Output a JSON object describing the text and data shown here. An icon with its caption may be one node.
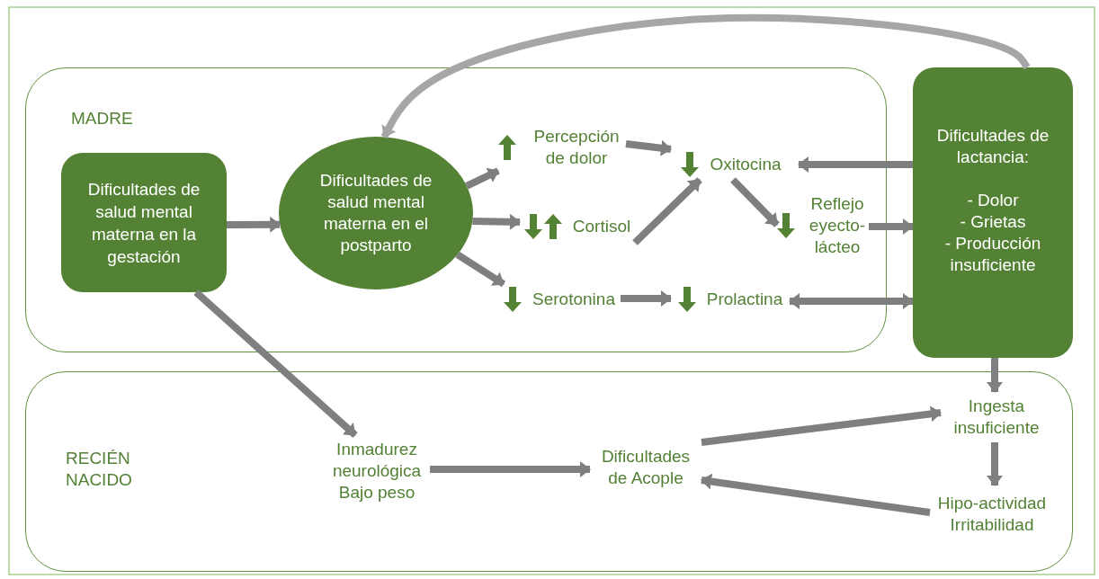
{
  "diagram": {
    "nodes": [
      {
        "text": [
          "MADRE"
        ]
      },
      {
        "text": [
          "Dificultades de salud mental materna en la gestación"
        ],
        "in": 0
      },
      {
        "text": [
          "Dificultades de salud mental materna en el postparto"
        ],
        "in": 0
      },
      {
        "text": [
          "Percepción de dolor"
        ],
        "in": 0
      },
      {
        "text": [
          "Oxitocina"
        ],
        "in": 0
      },
      {
        "text": [
          "Cortisol"
        ],
        "in": 0
      },
      {
        "text": [
          "Reflejo eyecto-lácteo"
        ],
        "in": 0
      },
      {
        "text": [
          "Serotonina"
        ],
        "in": 0
      },
      {
        "text": [
          "Prolactina"
        ],
        "in": 0
      },
      {
        "text": [
          "Dificultades de lactancia:",
          "- Dolor",
          "- Grietas",
          "- Producción insuficiente"
        ]
      },
      {
        "text": [
          "RECIÉN NACIDO"
        ]
      },
      {
        "text": [
          "Inmadurez neurológica Bajo peso"
        ],
        "in": 10
      },
      {
        "text": [
          "Dificultades de Acople"
        ],
        "in": 10
      },
      {
        "text": [
          "Ingesta insuficiente"
        ],
        "in": 10
      },
      {
        "text": [
          "Hipo-actividad Irritabilidad"
        ],
        "in": 10
      }
    ],
    "edges": [
      {
        "from": 1,
        "to": 2,
        "arrow": "to"
      },
      {
        "from": 2,
        "to": 3,
        "arrow": "to"
      },
      {
        "from": 2,
        "to": 5,
        "arrow": "to"
      },
      {
        "from": 2,
        "to": 7,
        "arrow": "to"
      },
      {
        "from": 3,
        "to": 4,
        "arrow": "to"
      },
      {
        "from": 5,
        "to": 4,
        "arrow": "to"
      },
      {
        "from": 4,
        "to": 6,
        "arrow": "to"
      },
      {
        "from": 6,
        "to": 9,
        "arrow": "to"
      },
      {
        "from": 9,
        "to": 4,
        "arrow": "to"
      },
      {
        "from": 7,
        "to": 8,
        "arrow": "to"
      },
      {
        "from": 8,
        "to": 9,
        "arrow": "both"
      },
      {
        "from": 9,
        "to": 2,
        "arrow": "to",
        "color": "#a6a6a6"
      },
      {
        "from": 1,
        "to": 11,
        "arrow": "to"
      },
      {
        "from": 11,
        "to": 12,
        "arrow": "to"
      },
      {
        "from": 12,
        "to": 13,
        "arrow": "to"
      },
      {
        "from": 9,
        "to": 13,
        "arrow": "to"
      },
      {
        "from": 13,
        "to": 14,
        "arrow": "to"
      },
      {
        "from": 14,
        "to": 12,
        "arrow": "to"
      }
    ]
  }
}
